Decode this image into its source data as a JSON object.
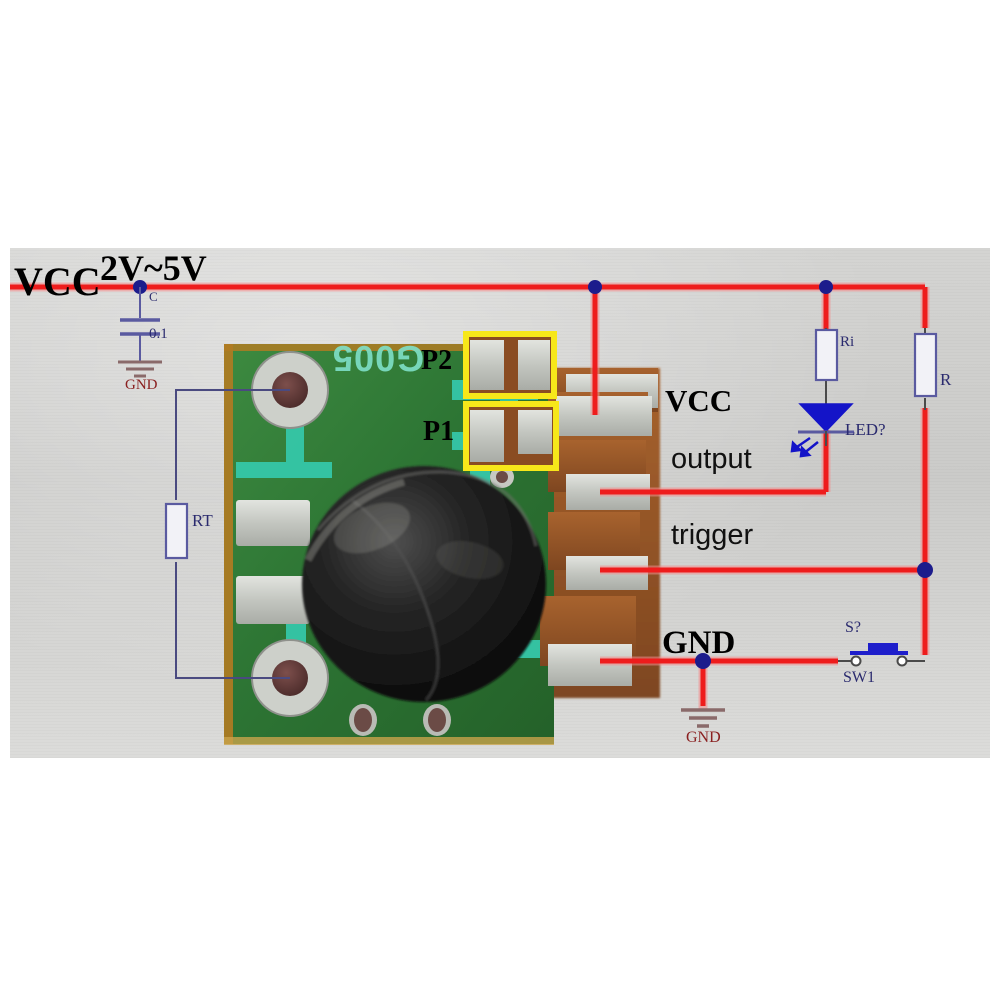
{
  "figure": {
    "kind": "annotated-photo-schematic",
    "subject": "timer delay module PCB with overlaid circuit schematic",
    "background_color": "#ffffff",
    "photo_background": "#cfcfcf"
  },
  "board": {
    "silkscreen_text": "G005",
    "solder_jumper_labels": [
      "P2",
      "P1"
    ],
    "highlight_color": "#f7e71a",
    "pcb_color": "#2f7a35",
    "mask_color": "#35c7a8",
    "copper_color": "#9b5a2a",
    "pad_color": "#c9cbc6",
    "blob_color": "#141414"
  },
  "nets": {
    "supply_label": "VCC",
    "supply_range": "2V~5V",
    "pin_vcc": "VCC",
    "pin_output": "output",
    "pin_trigger": "trigger",
    "pin_gnd": "GND"
  },
  "components": [
    {
      "ref": "C",
      "value": "0.1",
      "type": "capacitor"
    },
    {
      "ref": "RT",
      "value": "",
      "type": "resistor"
    },
    {
      "ref": "Ri",
      "value": "",
      "type": "resistor"
    },
    {
      "ref": "R",
      "value": "",
      "type": "resistor"
    },
    {
      "ref": "LED?",
      "value": "",
      "type": "led"
    },
    {
      "ref": "S?",
      "value": "SW1",
      "type": "pushbutton"
    }
  ],
  "ground_symbols": [
    {
      "label": "GND"
    },
    {
      "label": "GND"
    }
  ],
  "colors": {
    "wire_red": "#ee1c1c",
    "wire_red_glow": "#f58a8a",
    "node_dot": "#1c1c8c",
    "symbol_blue": "#5a5aa0",
    "symbol_dark": "#4a4a4a",
    "gnd_text": "#8a2020",
    "led_fill": "#1414c8",
    "switch_blue": "#1e1ecb",
    "highlight_yellow": "#f7e71a"
  },
  "labels": {
    "vcc_big": "VCC",
    "range": "2V~5V",
    "cap_ref": "C",
    "cap_val": "0.1",
    "gnd_sym_top": "GND",
    "rt_ref": "RT",
    "p2": "P2",
    "p1": "P1",
    "silk": "G005",
    "vcc_pin": "VCC",
    "output_pin": "output",
    "trigger_pin": "trigger",
    "gnd_pin": "GND",
    "ri_ref": "Ri",
    "led_ref": "LED?",
    "r_ref": "R",
    "sw_ref": "S?",
    "sw_name": "SW1",
    "gnd_sym_bottom": "GND"
  }
}
